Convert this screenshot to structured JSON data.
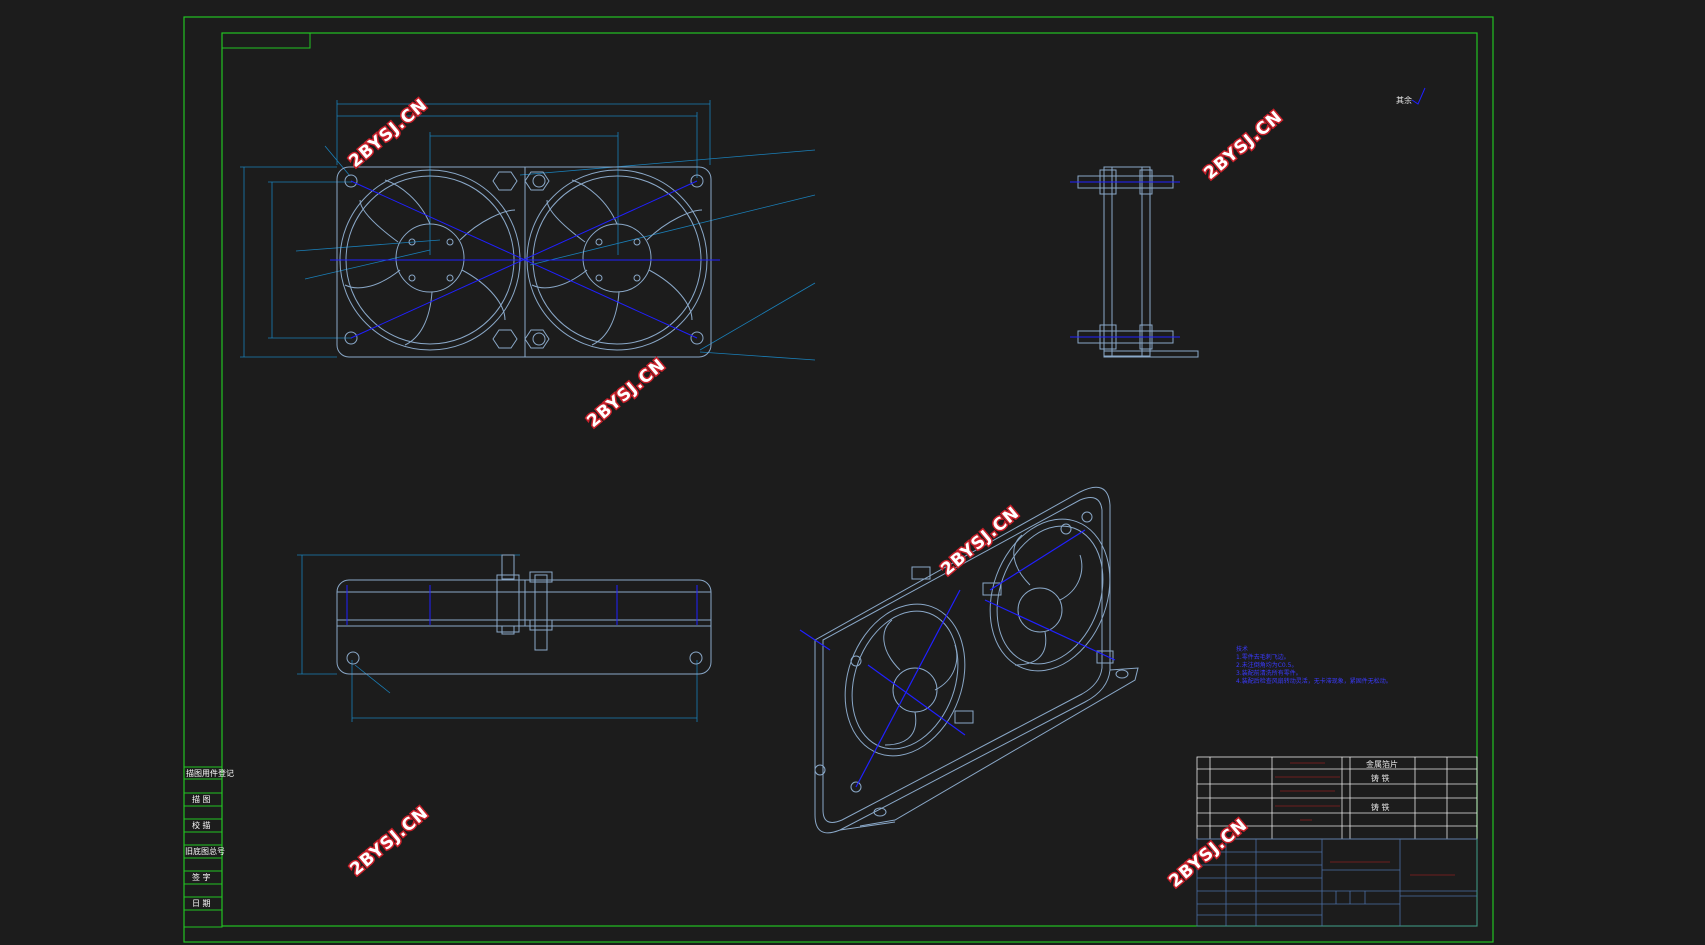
{
  "drawing": {
    "background": "#1c1c1c",
    "frame_color": "#22c322",
    "line_color": "#8aa8c8",
    "dim_color": "#1a7fb8",
    "center_color": "#2020ff",
    "watermark_text": "2BYSJ.CN",
    "corner_mark": "其余",
    "side_table": {
      "rows": [
        "描图用件登记",
        "描 图",
        "校 描",
        "旧底图总号",
        "签 字",
        "日 期"
      ]
    },
    "notes": {
      "title": "技术",
      "lines": [
        "1.零件去毛刺飞边。",
        "2.未注倒角均为C0.5。",
        "3.装配前清洗所有零件。",
        "4.装配后检查风扇转动灵活，无卡滞现象，紧固件无松动。"
      ]
    },
    "title_block": {
      "parts": [
        {
          "material": "金属箔片"
        },
        {
          "material": "铸 铁"
        },
        {
          "material": ""
        },
        {
          "material": "铸 铁"
        }
      ]
    }
  }
}
